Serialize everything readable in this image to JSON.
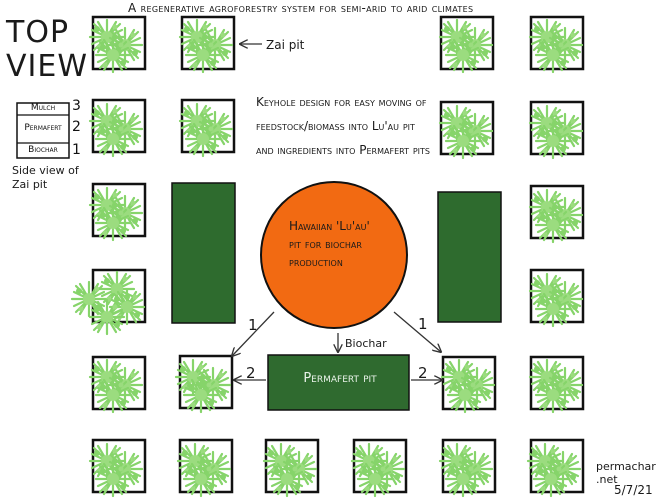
{
  "title": "A regenerative agroforestry system for semi-arid to arid climates",
  "top_view": "TOP\nVIEW",
  "zai_pit_label": "Zai pit",
  "keyhole_text": "Keyhole design for easy moving of\nfeedstock/biomass into Lu'au pit\nand ingredients into Permafert pits",
  "side_view": {
    "layers": [
      {
        "label": "Mulch",
        "number": "3"
      },
      {
        "label": "Permafert",
        "number": "2"
      },
      {
        "label": "Biochar",
        "number": "1"
      }
    ],
    "caption": "Side view of\nZai pit"
  },
  "luau_pit_label": "Hawaiian 'Lu'au'\npit for biochar\nproduction",
  "biochar_label": "Biochar",
  "permafert_pit_label": "Permafert pit",
  "flow_numbers": {
    "left_upper": "1",
    "right_upper": "1",
    "left_lower": "2",
    "right_lower": "2"
  },
  "credit": "permachar\n.net",
  "date": "5/7/21",
  "colors": {
    "luau_pit": "#f26a12",
    "permafert_pit": "#2f6a2f",
    "beds": "#2e6b2e",
    "vegetation": "#86d46a",
    "outline": "#111111"
  }
}
